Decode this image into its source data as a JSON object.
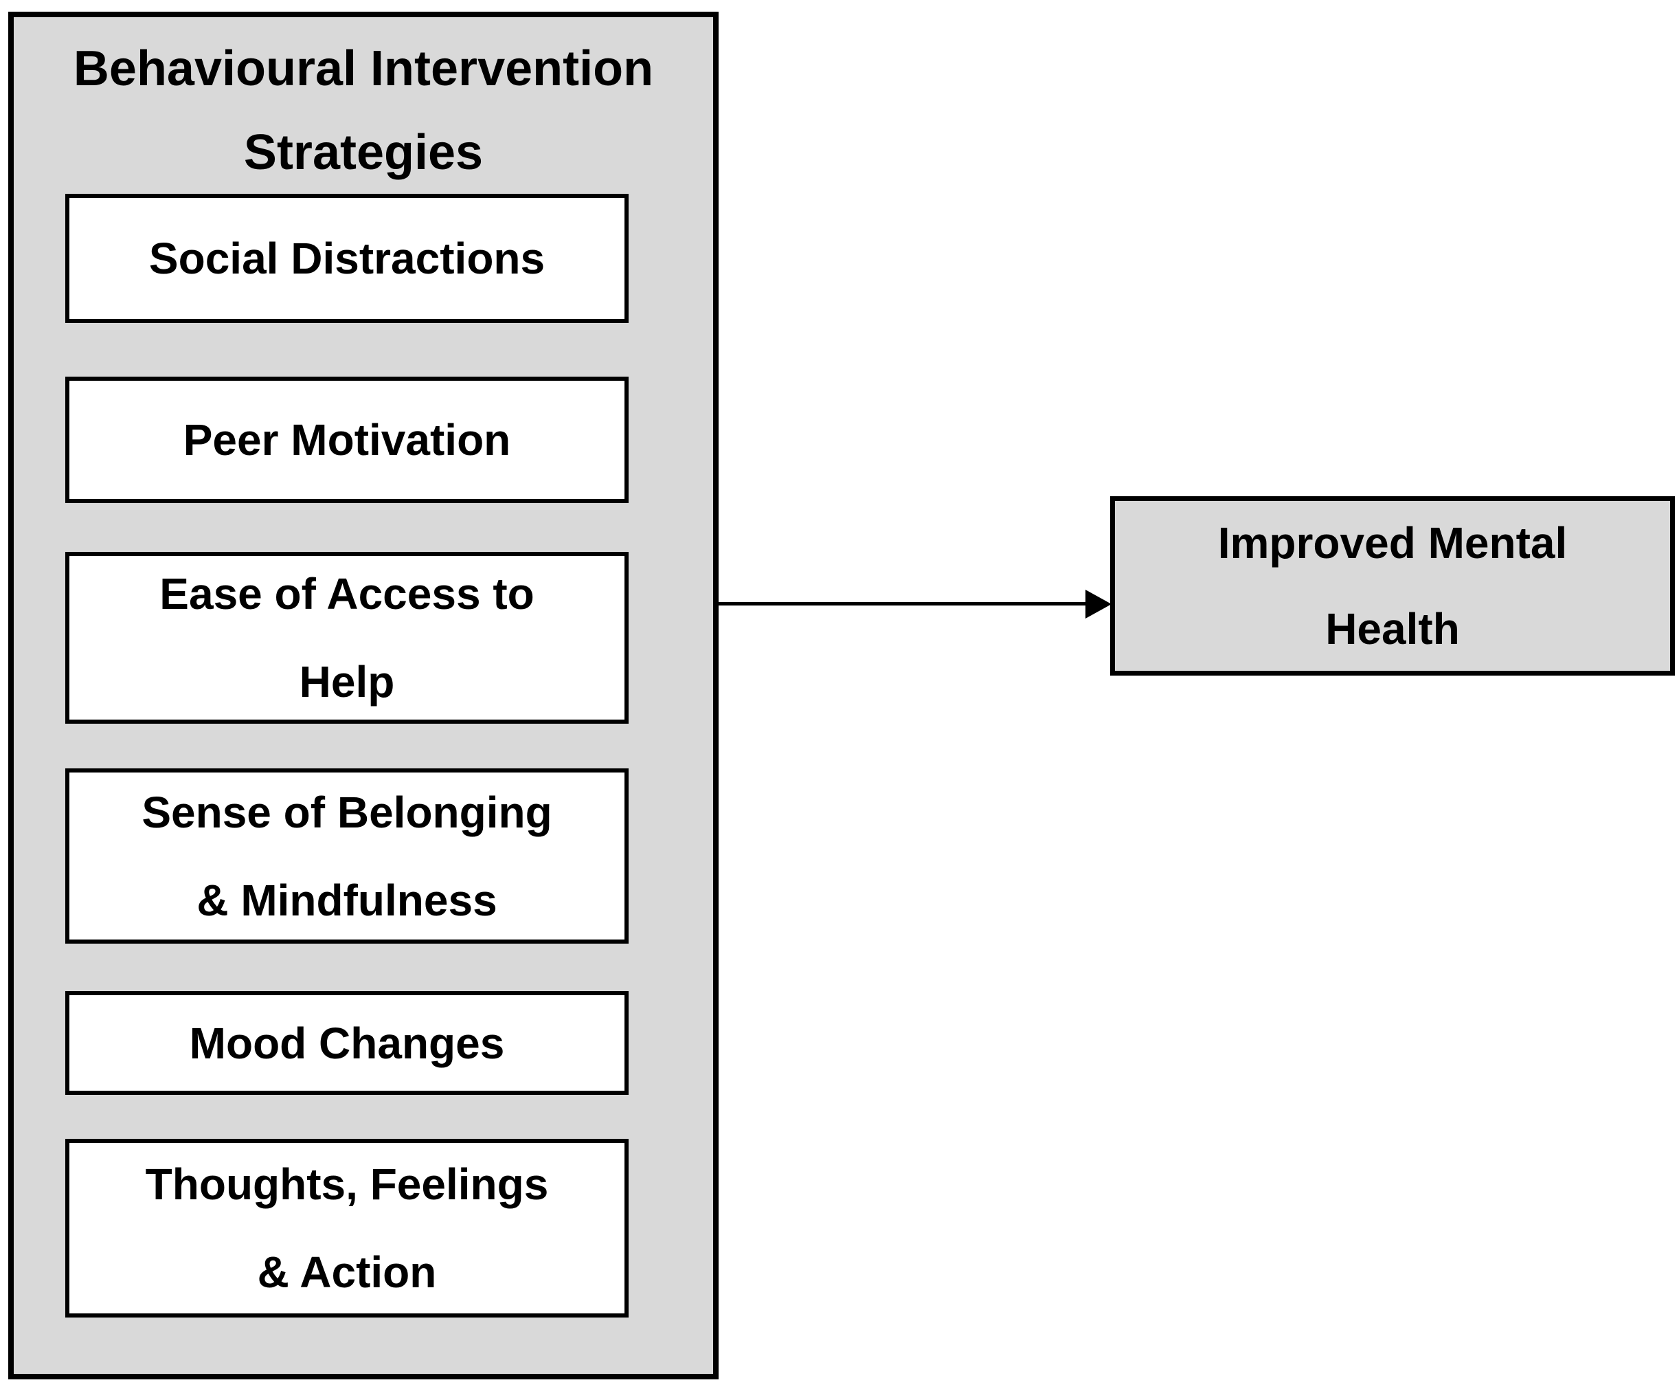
{
  "colors": {
    "page_background": "#ffffff",
    "panel_fill": "#d9d9d9",
    "box_fill": "#ffffff",
    "border": "#000000",
    "text": "#000000"
  },
  "panel": {
    "title_lines": [
      "Behavioural Intervention",
      "Strategies"
    ],
    "boxes": [
      {
        "lines": [
          "Social Distractions"
        ]
      },
      {
        "lines": [
          "Peer Motivation"
        ]
      },
      {
        "lines": [
          "Ease of Access to",
          "Help"
        ]
      },
      {
        "lines": [
          "Sense of Belonging",
          "& Mindfulness"
        ]
      },
      {
        "lines": [
          "Mood Changes"
        ]
      },
      {
        "lines": [
          "Thoughts, Feelings",
          "& Action"
        ]
      }
    ]
  },
  "outcome": {
    "lines": [
      "Improved Mental",
      "Health"
    ]
  },
  "arrow": {
    "from": "Behavioural Intervention Strategies",
    "to": "Improved Mental Health",
    "direction": "right"
  }
}
